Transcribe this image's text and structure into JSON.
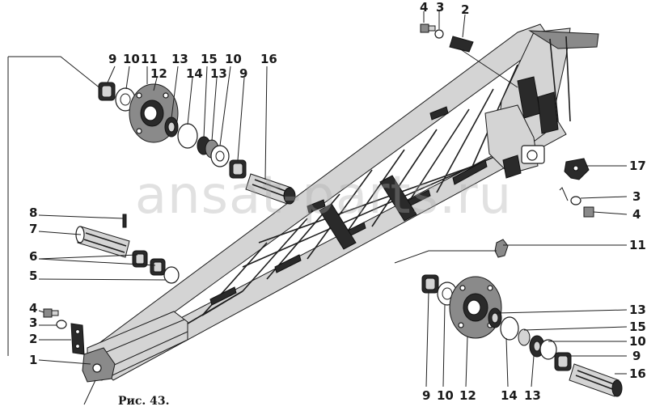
{
  "figure": {
    "caption": "Рис. 43.",
    "watermark": "ansat-parts.ru",
    "callouts": {
      "top_bolt": "4",
      "top_washer": "3",
      "top_plate": "2",
      "upper_left_bearing": "9",
      "upper_left_ring": "10",
      "upper_left_cap": "11",
      "upper_left_hub": "12",
      "upper_left_seal": "13",
      "upper_left_circlip": "14",
      "upper_left_spacer": "15",
      "upper_left_ring2": "10",
      "upper_left_seal2": "13",
      "upper_left_bearing2": "9",
      "upper_left_axle": "16",
      "pin": "8",
      "axle_left": "7",
      "rollers": "6",
      "washer_left": "5",
      "low_bolt": "4",
      "low_washer": "3",
      "low_plate": "2",
      "boom_end": "1",
      "bracket_right": "17",
      "right_washer": "3",
      "right_bolt": "4",
      "lower_right_cap": "11",
      "lower_right_seal": "13",
      "lower_right_spacer": "15",
      "lower_right_ring": "10",
      "lower_right_bearing": "9",
      "lower_right_axle": "16",
      "lower_right_bearing_b": "9",
      "lower_right_ring_b": "10",
      "lower_right_hub": "12",
      "lower_right_circlip": "14",
      "lower_right_seal_b": "13"
    }
  }
}
